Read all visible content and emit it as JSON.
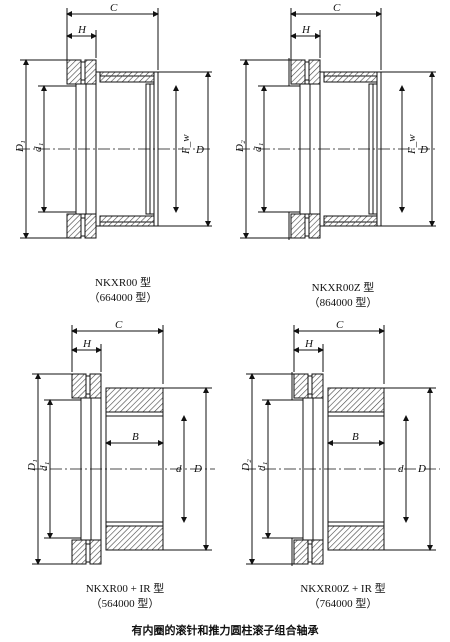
{
  "title": "有内圈的滚针和推力圆柱滚子组合轴承",
  "colors": {
    "ink": "#111111",
    "hatch": "#444444",
    "paper": "#ffffff"
  },
  "figures": [
    {
      "id": "nkxr00",
      "model": "NKXR00 型",
      "series": "（664000 型）",
      "dims": {
        "C": "C",
        "H": "H",
        "D_left": "D₁",
        "d_inner": "d₁",
        "Fw": "F_w",
        "D_right": "D"
      }
    },
    {
      "id": "nkxr00z",
      "model": "NKXR00Z 型",
      "series": "（864000 型）",
      "dims": {
        "C": "C",
        "H": "H",
        "D_left": "D₂",
        "d_inner": "d₁",
        "Fw": "F_w",
        "D_right": "D"
      }
    },
    {
      "id": "nkxr00-ir",
      "model": "NKXR00 + IR 型",
      "series": "（564000 型）",
      "dims": {
        "C": "C",
        "H": "H",
        "D_left": "D₁",
        "d_inner": "d₁",
        "B": "B",
        "d": "d",
        "D_right": "D"
      }
    },
    {
      "id": "nkxr00z-ir",
      "model": "NKXR00Z + IR 型",
      "series": "（764000 型）",
      "dims": {
        "C": "C",
        "H": "H",
        "D_left": "D₂",
        "d_inner": "d₁",
        "B": "B",
        "d": "d",
        "D_right": "D"
      }
    }
  ]
}
